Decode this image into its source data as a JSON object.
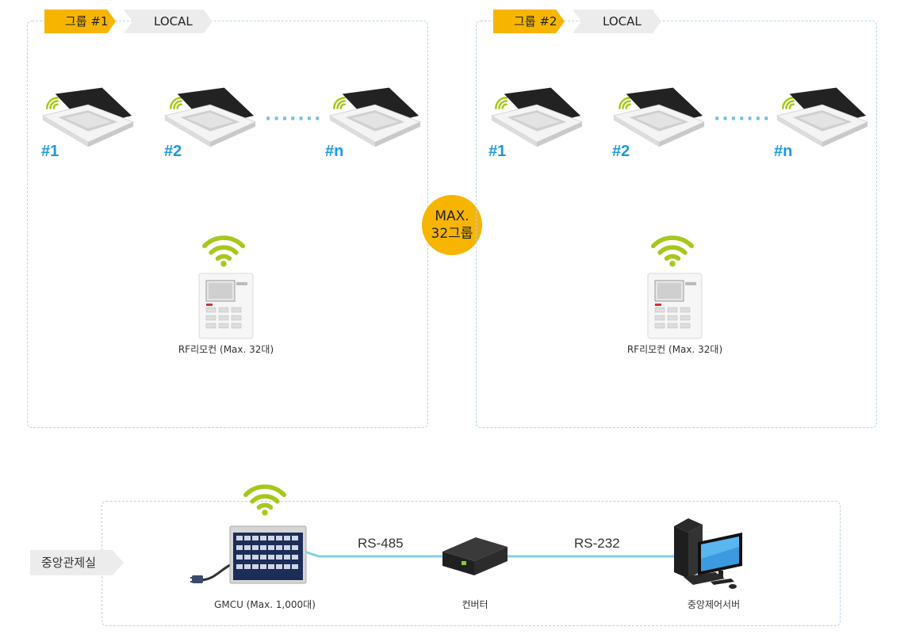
{
  "groups": [
    {
      "tag": "그룹 #1",
      "mode": "LOCAL",
      "units": [
        "#1",
        "#2",
        "#n"
      ],
      "remote_caption": "RF리모컨 (Max. 32대)"
    },
    {
      "tag": "그룹 #2",
      "mode": "LOCAL",
      "units": [
        "#1",
        "#2",
        "#n"
      ],
      "remote_caption": "RF리모컨 (Max. 32대)"
    }
  ],
  "max_badge": {
    "line1": "MAX.",
    "line2": "32그룹"
  },
  "control_room": {
    "tag": "중앙관제실",
    "gmcu_caption": "GMCU (Max. 1,000대)",
    "link1": "RS-485",
    "converter_caption": "컨버터",
    "link2": "RS-232",
    "server_caption": "중앙제어서버"
  },
  "colors": {
    "accent_yellow": "#f7b500",
    "unit_label_blue": "#1a9be0",
    "wifi_green": "#a6c81c",
    "cable_blue": "#7fd0ec"
  }
}
